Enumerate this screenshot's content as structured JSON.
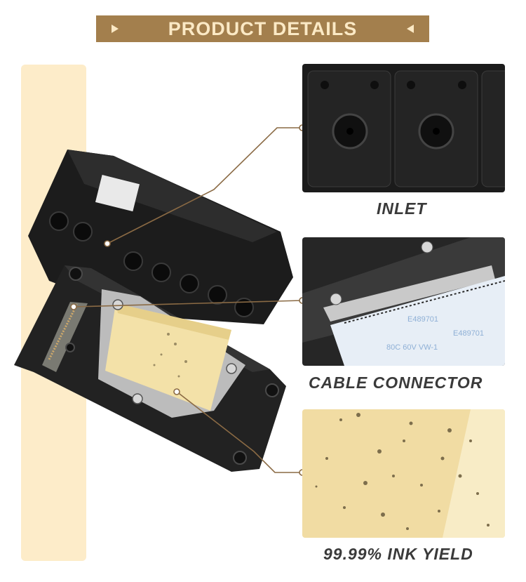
{
  "header": {
    "title": "PRODUCT DETAILS"
  },
  "details": [
    {
      "label": "INLET"
    },
    {
      "label": "CABLE CONNECTOR"
    },
    {
      "label": "99.99% INK YIELD"
    }
  ],
  "colors": {
    "banner": "#a37f4d",
    "banner_text": "#fbe9c5",
    "cream": "#fdecc9",
    "leader": "#8a6a44"
  }
}
